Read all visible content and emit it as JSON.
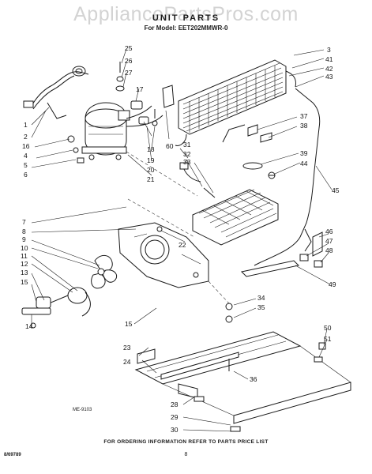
{
  "header": {
    "watermark": "AppliancePartsPros.com",
    "title": "UNIT PARTS",
    "model_line": "For Model: EET202MMWR-0"
  },
  "diagram": {
    "drawing_code": "ME-9103",
    "callouts": [
      "1",
      "2",
      "3",
      "4",
      "5",
      "6",
      "7",
      "8",
      "9",
      "10",
      "11",
      "12",
      "13",
      "14",
      "15",
      "15",
      "16",
      "17",
      "18",
      "19",
      "20",
      "21",
      "22",
      "23",
      "24",
      "25",
      "26",
      "27",
      "28",
      "29",
      "30",
      "31",
      "32",
      "33",
      "34",
      "35",
      "36",
      "37",
      "38",
      "39",
      "41",
      "42",
      "43",
      "44",
      "45",
      "46",
      "47",
      "48",
      "49",
      "50",
      "51",
      "60"
    ]
  },
  "footer": {
    "ordering_note": "FOR ORDERING INFORMATION REFER TO PARTS PRICE LIST",
    "doc_number": "8/69789",
    "page_number": "8"
  }
}
